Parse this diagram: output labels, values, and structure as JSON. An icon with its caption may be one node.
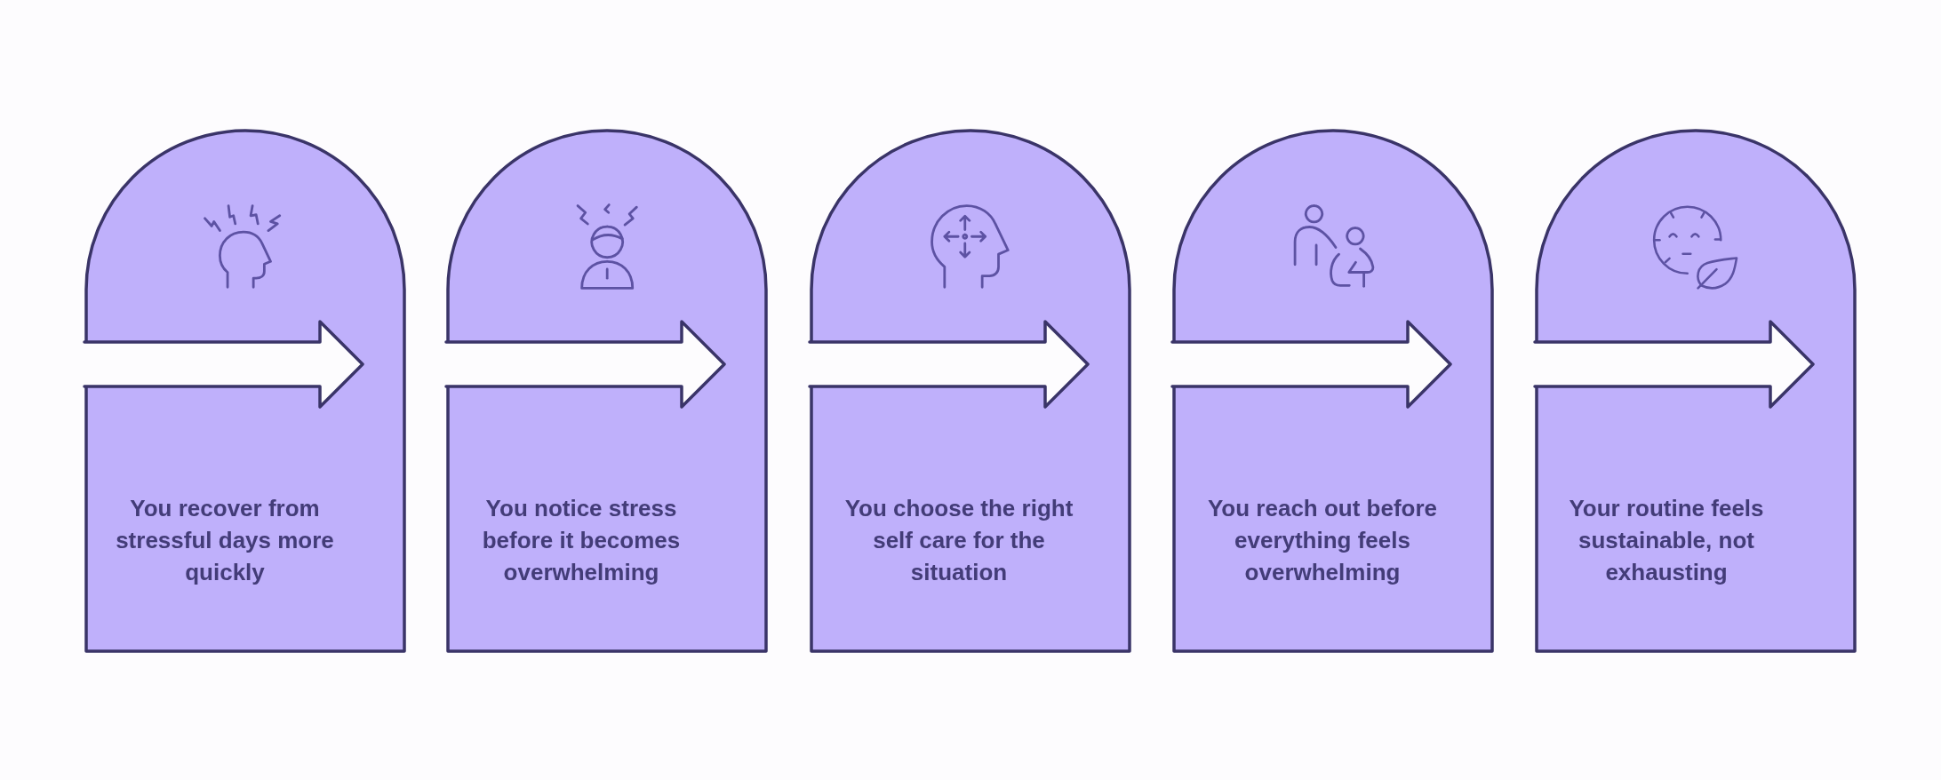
{
  "diagram": {
    "nodes": [
      {
        "text": [
          "You recover from stressful days more quickly"
        ]
      },
      {
        "text": [
          "You notice stress before it becomes overwhelming"
        ]
      },
      {
        "text": [
          "You choose the right self care for the situation"
        ]
      },
      {
        "text": [
          "You reach out before everything feels overwhelming"
        ]
      },
      {
        "text": [
          "Your routine feels sustainable, not exhausting"
        ]
      }
    ]
  }
}
